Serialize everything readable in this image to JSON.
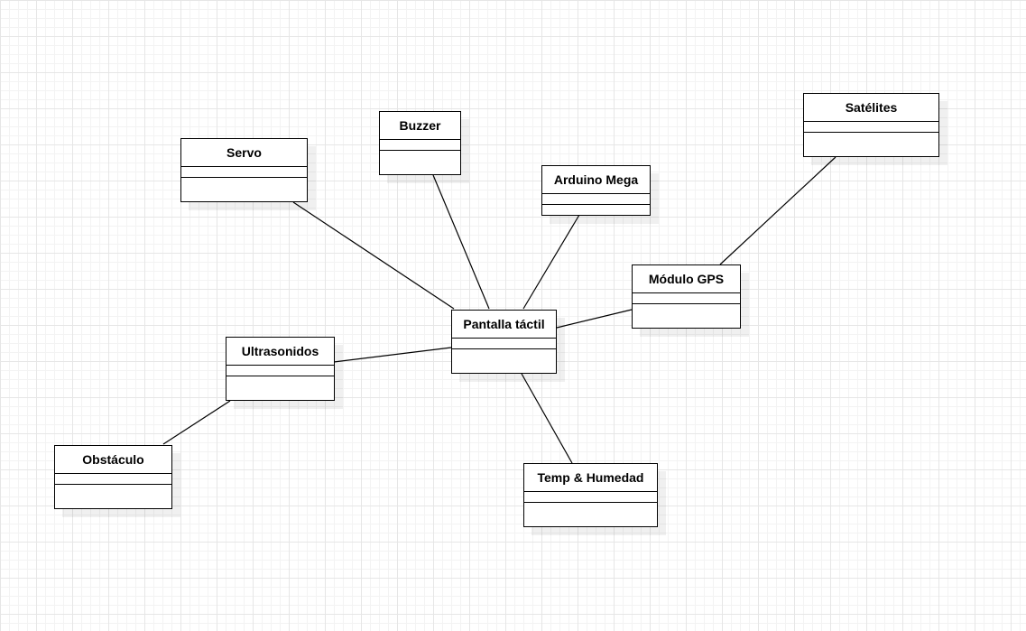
{
  "diagram": {
    "classes": {
      "servo": "Servo",
      "buzzer": "Buzzer",
      "arduino": "Arduino Mega",
      "satelites": "Satélites",
      "gps": "Módulo GPS",
      "pantalla": "Pantalla táctil",
      "ultrasonidos": "Ultrasonidos",
      "obstaculo": "Obstáculo",
      "temp": "Temp & Humedad"
    },
    "associations": [
      {
        "from": "servo",
        "to": "pantalla"
      },
      {
        "from": "buzzer",
        "to": "pantalla"
      },
      {
        "from": "arduino",
        "to": "pantalla"
      },
      {
        "from": "gps",
        "to": "pantalla"
      },
      {
        "from": "satelites",
        "to": "gps"
      },
      {
        "from": "ultrasonidos",
        "to": "pantalla"
      },
      {
        "from": "obstaculo",
        "to": "ultrasonidos"
      },
      {
        "from": "temp",
        "to": "pantalla"
      }
    ],
    "colors": {
      "stroke": "#000000",
      "fill": "#ffffff",
      "grid": "#e6e6e6"
    }
  }
}
